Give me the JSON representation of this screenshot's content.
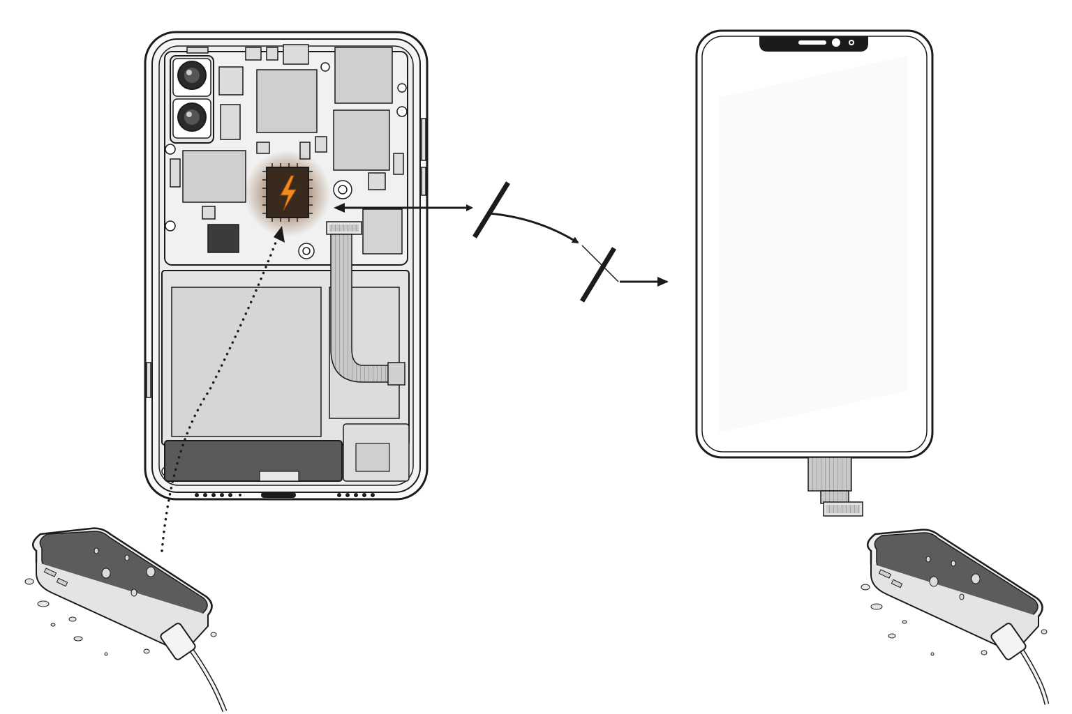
{
  "diagram": {
    "text_labels": [],
    "colors": {
      "outline": "#1b1b1b",
      "board_fill": "#f1f1f1",
      "chip_fill": "#c9c9c9",
      "dark_chip": "#3b3b3b",
      "burnt_chip": "#3a2a1e",
      "scorch_glow": "#b86a2a",
      "bolt": "#f08a1c",
      "battery_fill": "#d8d8d8",
      "screen_fill": "#ffffff",
      "device_screen": "#5c5c5c",
      "flex_fill": "#bdbdbd"
    },
    "icons": {
      "burnt_chip_symbol": "lightning-bolt-icon",
      "arrow_head": "arrowhead-icon"
    },
    "components": {
      "disassembled_phone": "phone-internals",
      "damaged_chip": "burnt-power-chip",
      "replacement_display": "display-panel",
      "wet_phone_left": "wet-charging-phone",
      "wet_phone_right": "wet-charging-phone"
    },
    "connections": {
      "chip_to_display": "broken-link",
      "port_to_chip": "dotted-path"
    }
  }
}
